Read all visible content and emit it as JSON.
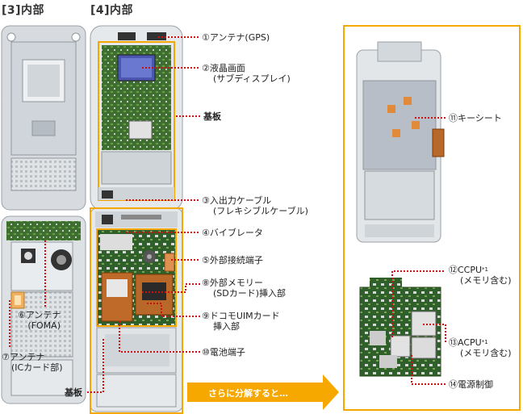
{
  "titles": {
    "left": "[3]内部",
    "right": "[4]内部"
  },
  "labels": {
    "l1": "①アンテナ(GPS)",
    "l2a": "②液晶画面",
    "l2b": "(サブディスプレイ)",
    "kiban_top": "基板",
    "l3a": "③入出力ケーブル",
    "l3b": "(フレキシブルケーブル)",
    "l4": "④バイブレータ",
    "l5": "⑤外部接続端子",
    "l8a": "⑧外部メモリー",
    "l8b": "(SDカード)挿入部",
    "l9a": "⑨ドコモUIMカード",
    "l9b": "挿入部",
    "l10": "⑩電池端子",
    "l6a": "⑥アンテナ",
    "l6b": "(FOMA)",
    "l7a": "⑦アンテナ",
    "l7b": "(ICカード部)",
    "kiban_bottom": "基板",
    "l11": "⑪キーシート",
    "l12a": "⑫CCPU",
    "l12sup": "*1",
    "l12b": "(メモリ含む)",
    "l13a": "⑬ACPU",
    "l13sup": "*1",
    "l13b": "(メモリ含む)",
    "l14": "⑭電源制御"
  },
  "arrow": {
    "text": "さらに分解すると…"
  },
  "colors": {
    "callout_line": "#cc1111",
    "highlight_box": "#f7a800",
    "arrow_fill": "#f7a800",
    "phone_body": "#e4e7ea",
    "board_green": "#3a6a2a",
    "display_blue": "#4a56b0",
    "key_sheet": "#b8bec8"
  }
}
